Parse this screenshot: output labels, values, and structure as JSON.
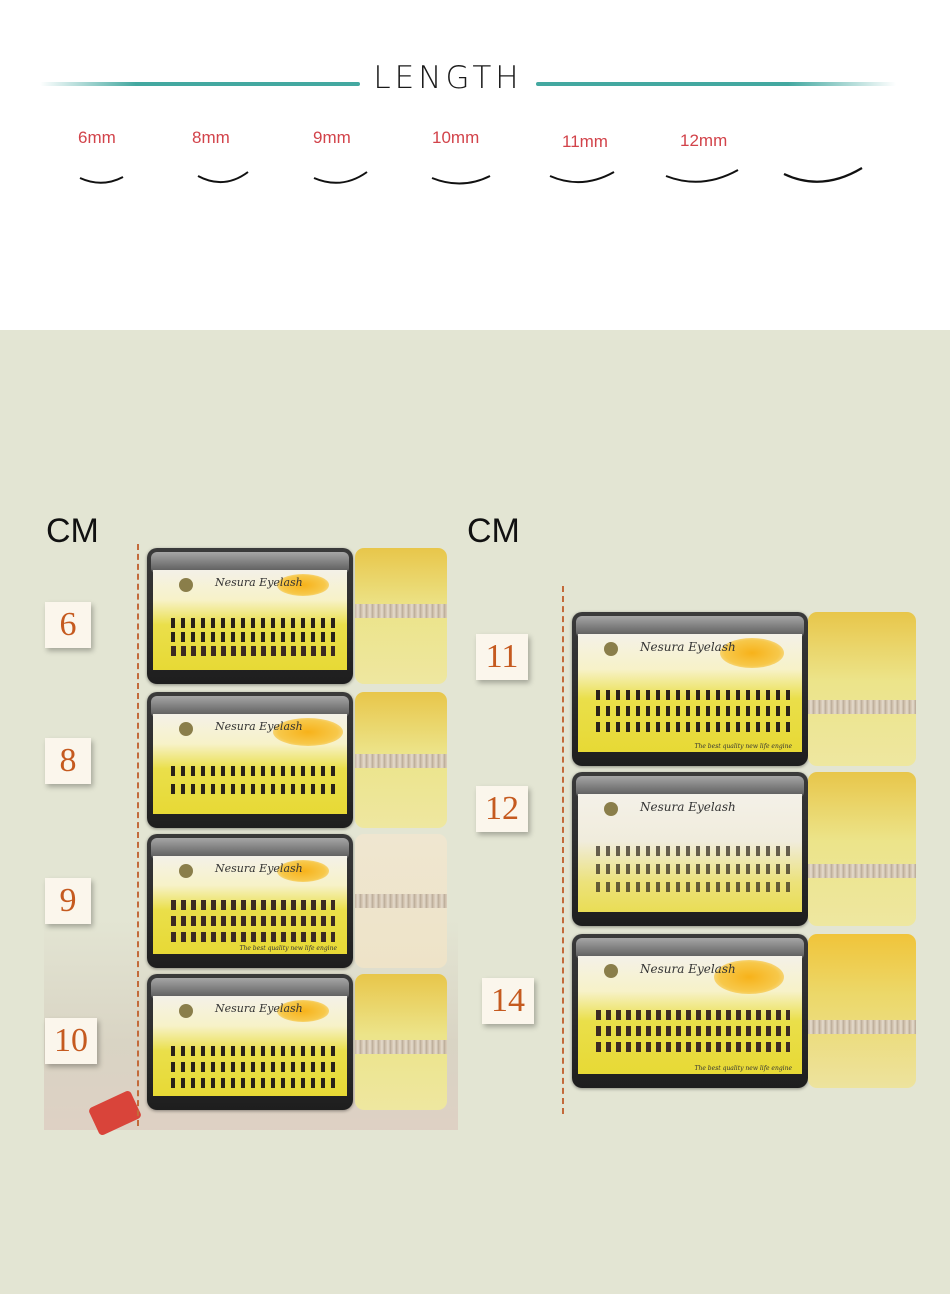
{
  "length_section": {
    "title": "LENGTH",
    "labels": [
      "6mm",
      "8mm",
      "9mm",
      "10mm",
      "11mm",
      "12mm"
    ]
  },
  "left_panel": {
    "unit": "CM",
    "lengths": [
      "6",
      "8",
      "9",
      "10"
    ]
  },
  "right_panel": {
    "unit": "CM",
    "lengths": [
      "11",
      "12",
      "14"
    ]
  },
  "product": {
    "brand": "Nesura Eyelash",
    "tagline": "The best quality new life engine"
  },
  "colors": {
    "accent_line": "#43a8a0",
    "mm_label": "#d2434a",
    "length_number": "#c55a1f",
    "panel_background": "#e3e5d3"
  }
}
